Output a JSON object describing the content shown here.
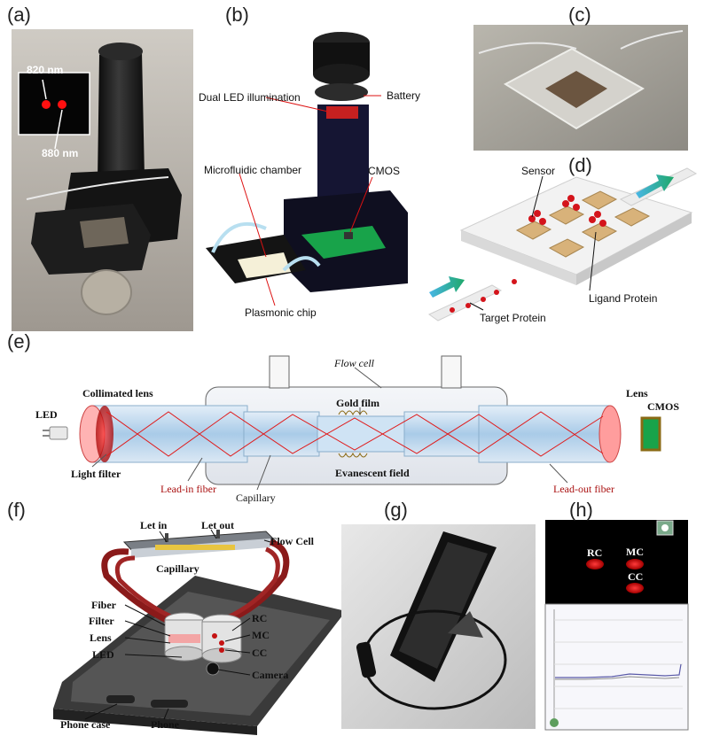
{
  "panels": {
    "a": {
      "letter": "(a)",
      "labels": {
        "nm820": "820 nm",
        "nm880": "880 nm"
      }
    },
    "b": {
      "letter": "(b)",
      "labels": {
        "dual_led": "Dual LED illumination",
        "battery": "Battery",
        "microfluidic": "Microfluidic chamber",
        "cmos": "CMOS",
        "plasmonic": "Plasmonic chip"
      }
    },
    "c": {
      "letter": "(c)"
    },
    "d": {
      "letter": "(d)",
      "labels": {
        "sensor": "Sensor",
        "target": "Target Protein",
        "ligand": "Ligand Protein"
      }
    },
    "e": {
      "letter": "(e)",
      "labels": {
        "flow_cell": "Flow cell",
        "collimated_lens": "Collimated lens",
        "gold_film": "Gold film",
        "lens": "Lens",
        "cmos": "CMOS",
        "led": "LED",
        "light_filter": "Light filter",
        "lead_in": "Lead-in fiber",
        "capillary": "Capillary",
        "evanescent": "Evanescent field",
        "lead_out": "Lead-out fiber"
      }
    },
    "f": {
      "letter": "(f)",
      "labels": {
        "let_in": "Let in",
        "let_out": "Let out",
        "flow_cell": "Flow Cell",
        "capillary": "Capillary",
        "fiber": "Fiber",
        "filter": "Filter",
        "lens": "Lens",
        "led": "LED",
        "rc": "RC",
        "mc": "MC",
        "cc": "CC",
        "camera": "Camera",
        "phone_case": "Phone case",
        "phone": "Phone"
      }
    },
    "g": {
      "letter": "(g)"
    },
    "h": {
      "letter": "(h)",
      "labels": {
        "rc": "RC",
        "mc": "MC",
        "cc": "CC"
      }
    }
  },
  "colors": {
    "led_red": "#e0141b",
    "fiber_blue": "#bcd8ef",
    "tube_red": "#8a1a1a",
    "cmos_green": "#18a34a"
  }
}
